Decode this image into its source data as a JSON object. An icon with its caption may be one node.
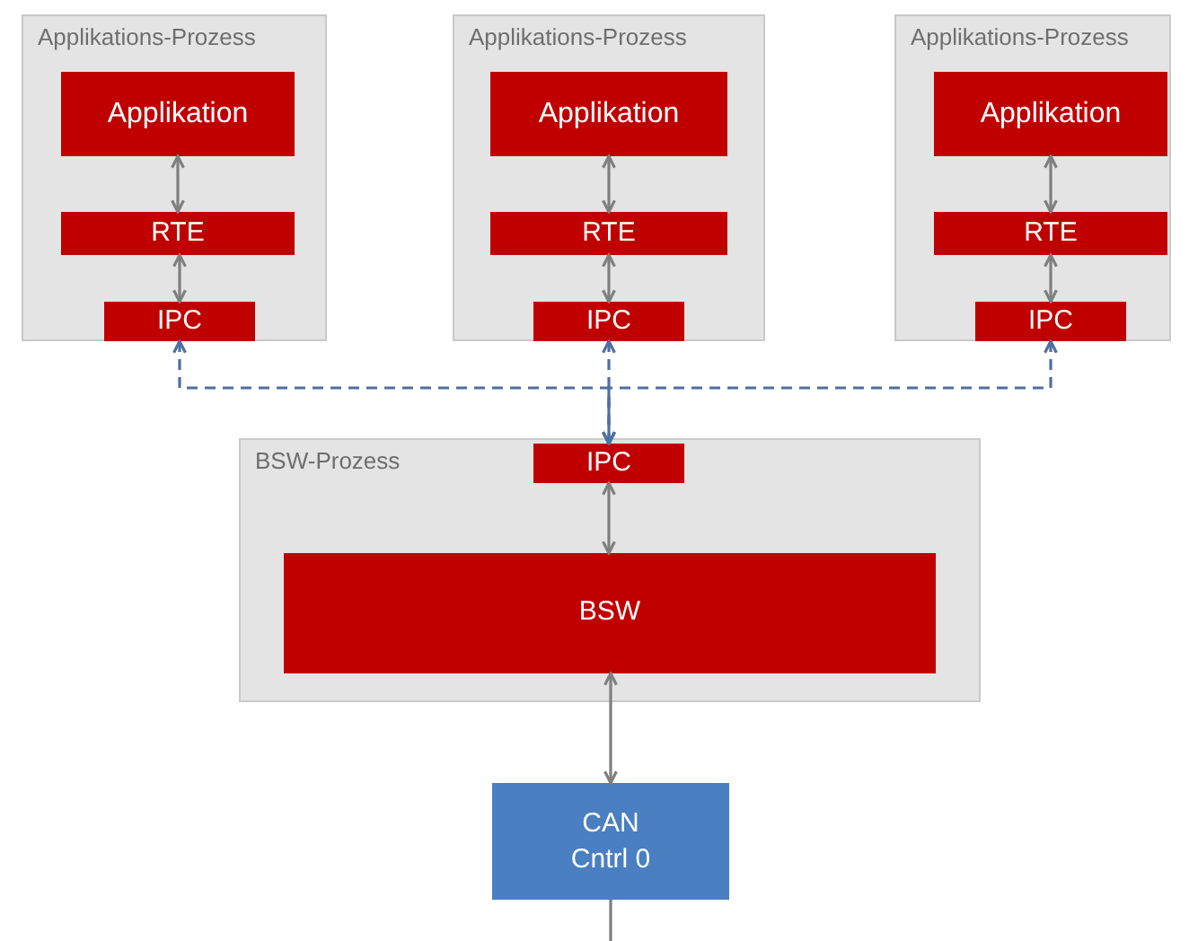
{
  "diagram": {
    "nodes": [
      {
        "text": [
          "Applikations-Prozess"
        ]
      },
      {
        "text": [
          "Applikation"
        ],
        "in": 0
      },
      {
        "text": [
          "RTE"
        ],
        "in": 0
      },
      {
        "text": [
          "IPC"
        ],
        "in": 0
      },
      {
        "text": [
          "Applikations-Prozess"
        ]
      },
      {
        "text": [
          "Applikation"
        ],
        "in": 4
      },
      {
        "text": [
          "RTE"
        ],
        "in": 4
      },
      {
        "text": [
          "IPC"
        ],
        "in": 4
      },
      {
        "text": [
          "Applikations-Prozess"
        ]
      },
      {
        "text": [
          "Applikation"
        ],
        "in": 8
      },
      {
        "text": [
          "RTE"
        ],
        "in": 8
      },
      {
        "text": [
          "IPC"
        ],
        "in": 8
      },
      {
        "text": [
          "BSW-Prozess"
        ]
      },
      {
        "text": [
          "IPC"
        ],
        "in": 12
      },
      {
        "text": [
          "BSW"
        ],
        "in": 12
      },
      {
        "text": [
          "CAN Cntrl 0"
        ]
      }
    ],
    "edges": [
      {
        "from": 1,
        "to": 2,
        "arrow": "both"
      },
      {
        "from": 2,
        "to": 3,
        "arrow": "both"
      },
      {
        "from": 5,
        "to": 6,
        "arrow": "both"
      },
      {
        "from": 6,
        "to": 7,
        "arrow": "both"
      },
      {
        "from": 9,
        "to": 10,
        "arrow": "both"
      },
      {
        "from": 10,
        "to": 11,
        "arrow": "both"
      },
      {
        "from": 3,
        "to": 13,
        "arrow": "both",
        "style": "dashed",
        "color": "#4f6fa0"
      },
      {
        "from": 7,
        "to": 13,
        "arrow": "both",
        "style": "dashed",
        "color": "#4f6fa0"
      },
      {
        "from": 11,
        "to": 13,
        "arrow": "both",
        "style": "dashed",
        "color": "#4f6fa0"
      },
      {
        "from": 13,
        "to": 14,
        "arrow": "both"
      },
      {
        "from": 14,
        "to": 15,
        "arrow": "both"
      },
      {
        "from": 15,
        "to": null,
        "arrow": "none"
      }
    ]
  }
}
